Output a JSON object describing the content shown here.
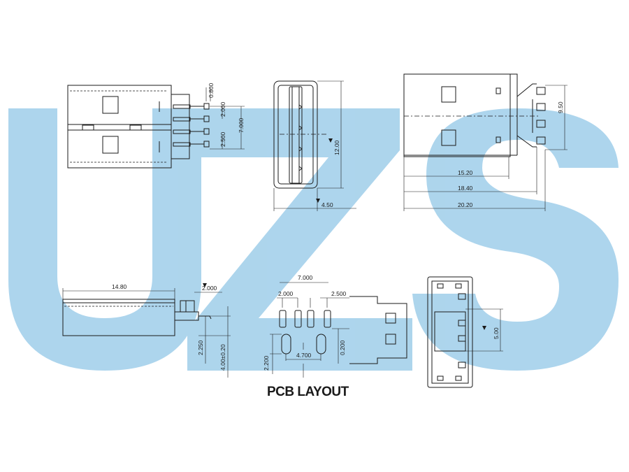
{
  "colors": {
    "watermark": "#a9d3ec",
    "ink": "#1a1a1a",
    "background": "#ffffff"
  },
  "watermark_letters": [
    "U",
    "Z",
    "S"
  ],
  "top_left_view": {
    "dims": [
      "0.800",
      "2.000",
      "7.000",
      "2.500"
    ]
  },
  "top_middle_view": {
    "dims": [
      "12.00",
      "4.50"
    ]
  },
  "top_right_view": {
    "dims": [
      "9.50",
      "15.20",
      "18.40",
      "20.20"
    ]
  },
  "bottom_left_view": {
    "dims": [
      "14.80",
      "2.000",
      "2.250",
      "4.00±0.20"
    ]
  },
  "pcb_layout": {
    "title": "PCB LAYOUT",
    "dims": [
      "7.000",
      "2.000",
      "2.500",
      "4.700",
      "2.200",
      "0.200"
    ]
  },
  "bottom_right_view": {
    "dims": [
      "5.00"
    ]
  }
}
